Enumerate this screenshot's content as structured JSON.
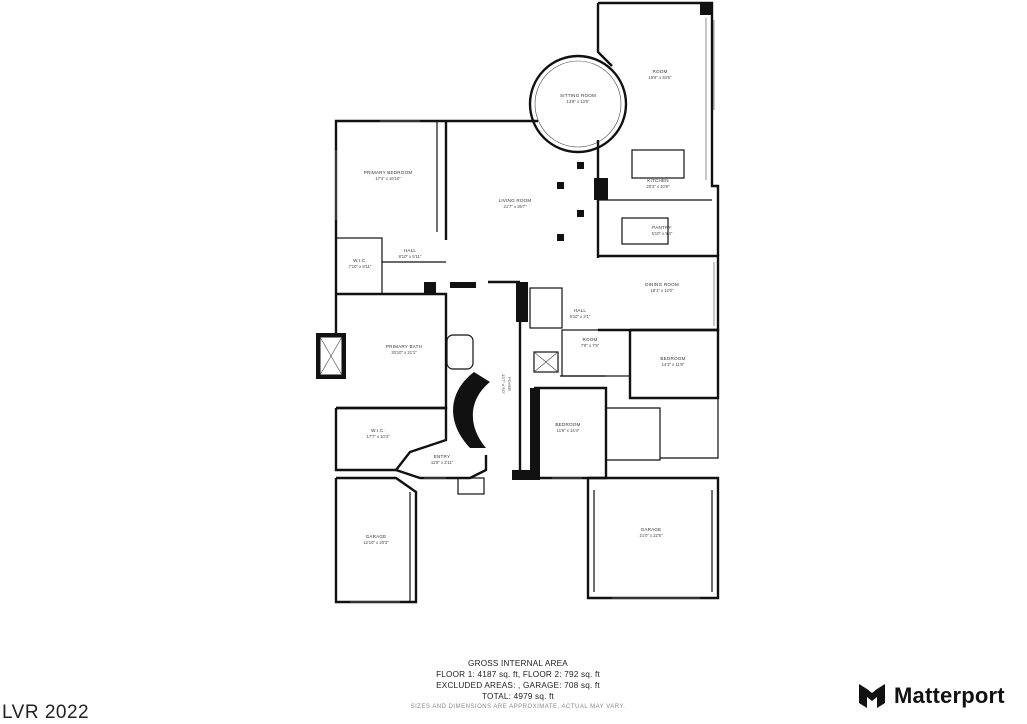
{
  "rooms": {
    "room": {
      "name": "ROOM",
      "dims": "19'6\" x 34'6\""
    },
    "sitting_room": {
      "name": "SITTING ROOM",
      "dims": "13'8\" x 13'6\""
    },
    "kitchen": {
      "name": "KITCHEN",
      "dims": "20'3\" x 10'9\""
    },
    "primary_bedroom": {
      "name": "PRIMARY BEDROOM",
      "dims": "17'4\" x 16'10\""
    },
    "living_room": {
      "name": "LIVING ROOM",
      "dims": "21'7\" x 26'7\""
    },
    "pantry": {
      "name": "PANTRY",
      "dims": "5'10\" x 5'4\""
    },
    "hall_top": {
      "name": "HALL",
      "dims": "8'10\" x 5'11\""
    },
    "wic_top": {
      "name": "W.I.C.",
      "dims": "7'10\" x 8'11\""
    },
    "dining_room": {
      "name": "DINING ROOM",
      "dims": "18'1\" x 12'0\""
    },
    "hall_mid": {
      "name": "HALL",
      "dims": "5'10\" x 3'1\""
    },
    "primary_bath": {
      "name": "PRIMARY BATH",
      "dims": "20'10\" x 21'1\""
    },
    "room_small": {
      "name": "ROOM",
      "dims": "7'8\" x 7'5\""
    },
    "bedroom_right": {
      "name": "BEDROOM",
      "dims": "14'3\" x 11'8\""
    },
    "bedroom_mid": {
      "name": "BEDROOM",
      "dims": "11'6\" x 14'4\""
    },
    "wic_bottom": {
      "name": "W.I.C.",
      "dims": "17'7\" x 10'4\""
    },
    "entry": {
      "name": "ENTRY",
      "dims": "11'9\" x 2'11\""
    },
    "garage_left": {
      "name": "GARAGE",
      "dims": "12'10\" x 20'3\""
    },
    "garage_right": {
      "name": "GARAGE",
      "dims": "21'0\" x 22'5\""
    },
    "foyer": {
      "name": "FOYER",
      "dims": "13'7\" x 9'0\""
    }
  },
  "area_summary": {
    "heading": "GROSS INTERNAL AREA",
    "floor1": "FLOOR 1: 4187 sq. ft, FLOOR 2: 792 sq. ft",
    "excluded": "EXCLUDED AREAS: , GARAGE: 708 sq. ft",
    "total": "TOTAL: 4979 sq. ft",
    "disclaimer": "SIZES AND DIMENSIONS ARE APPROXIMATE, ACTUAL MAY VARY."
  },
  "brand": {
    "name": "Matterport",
    "icon": "matterport-logo-icon",
    "color": "#111111"
  },
  "watermark": "LVR 2022"
}
